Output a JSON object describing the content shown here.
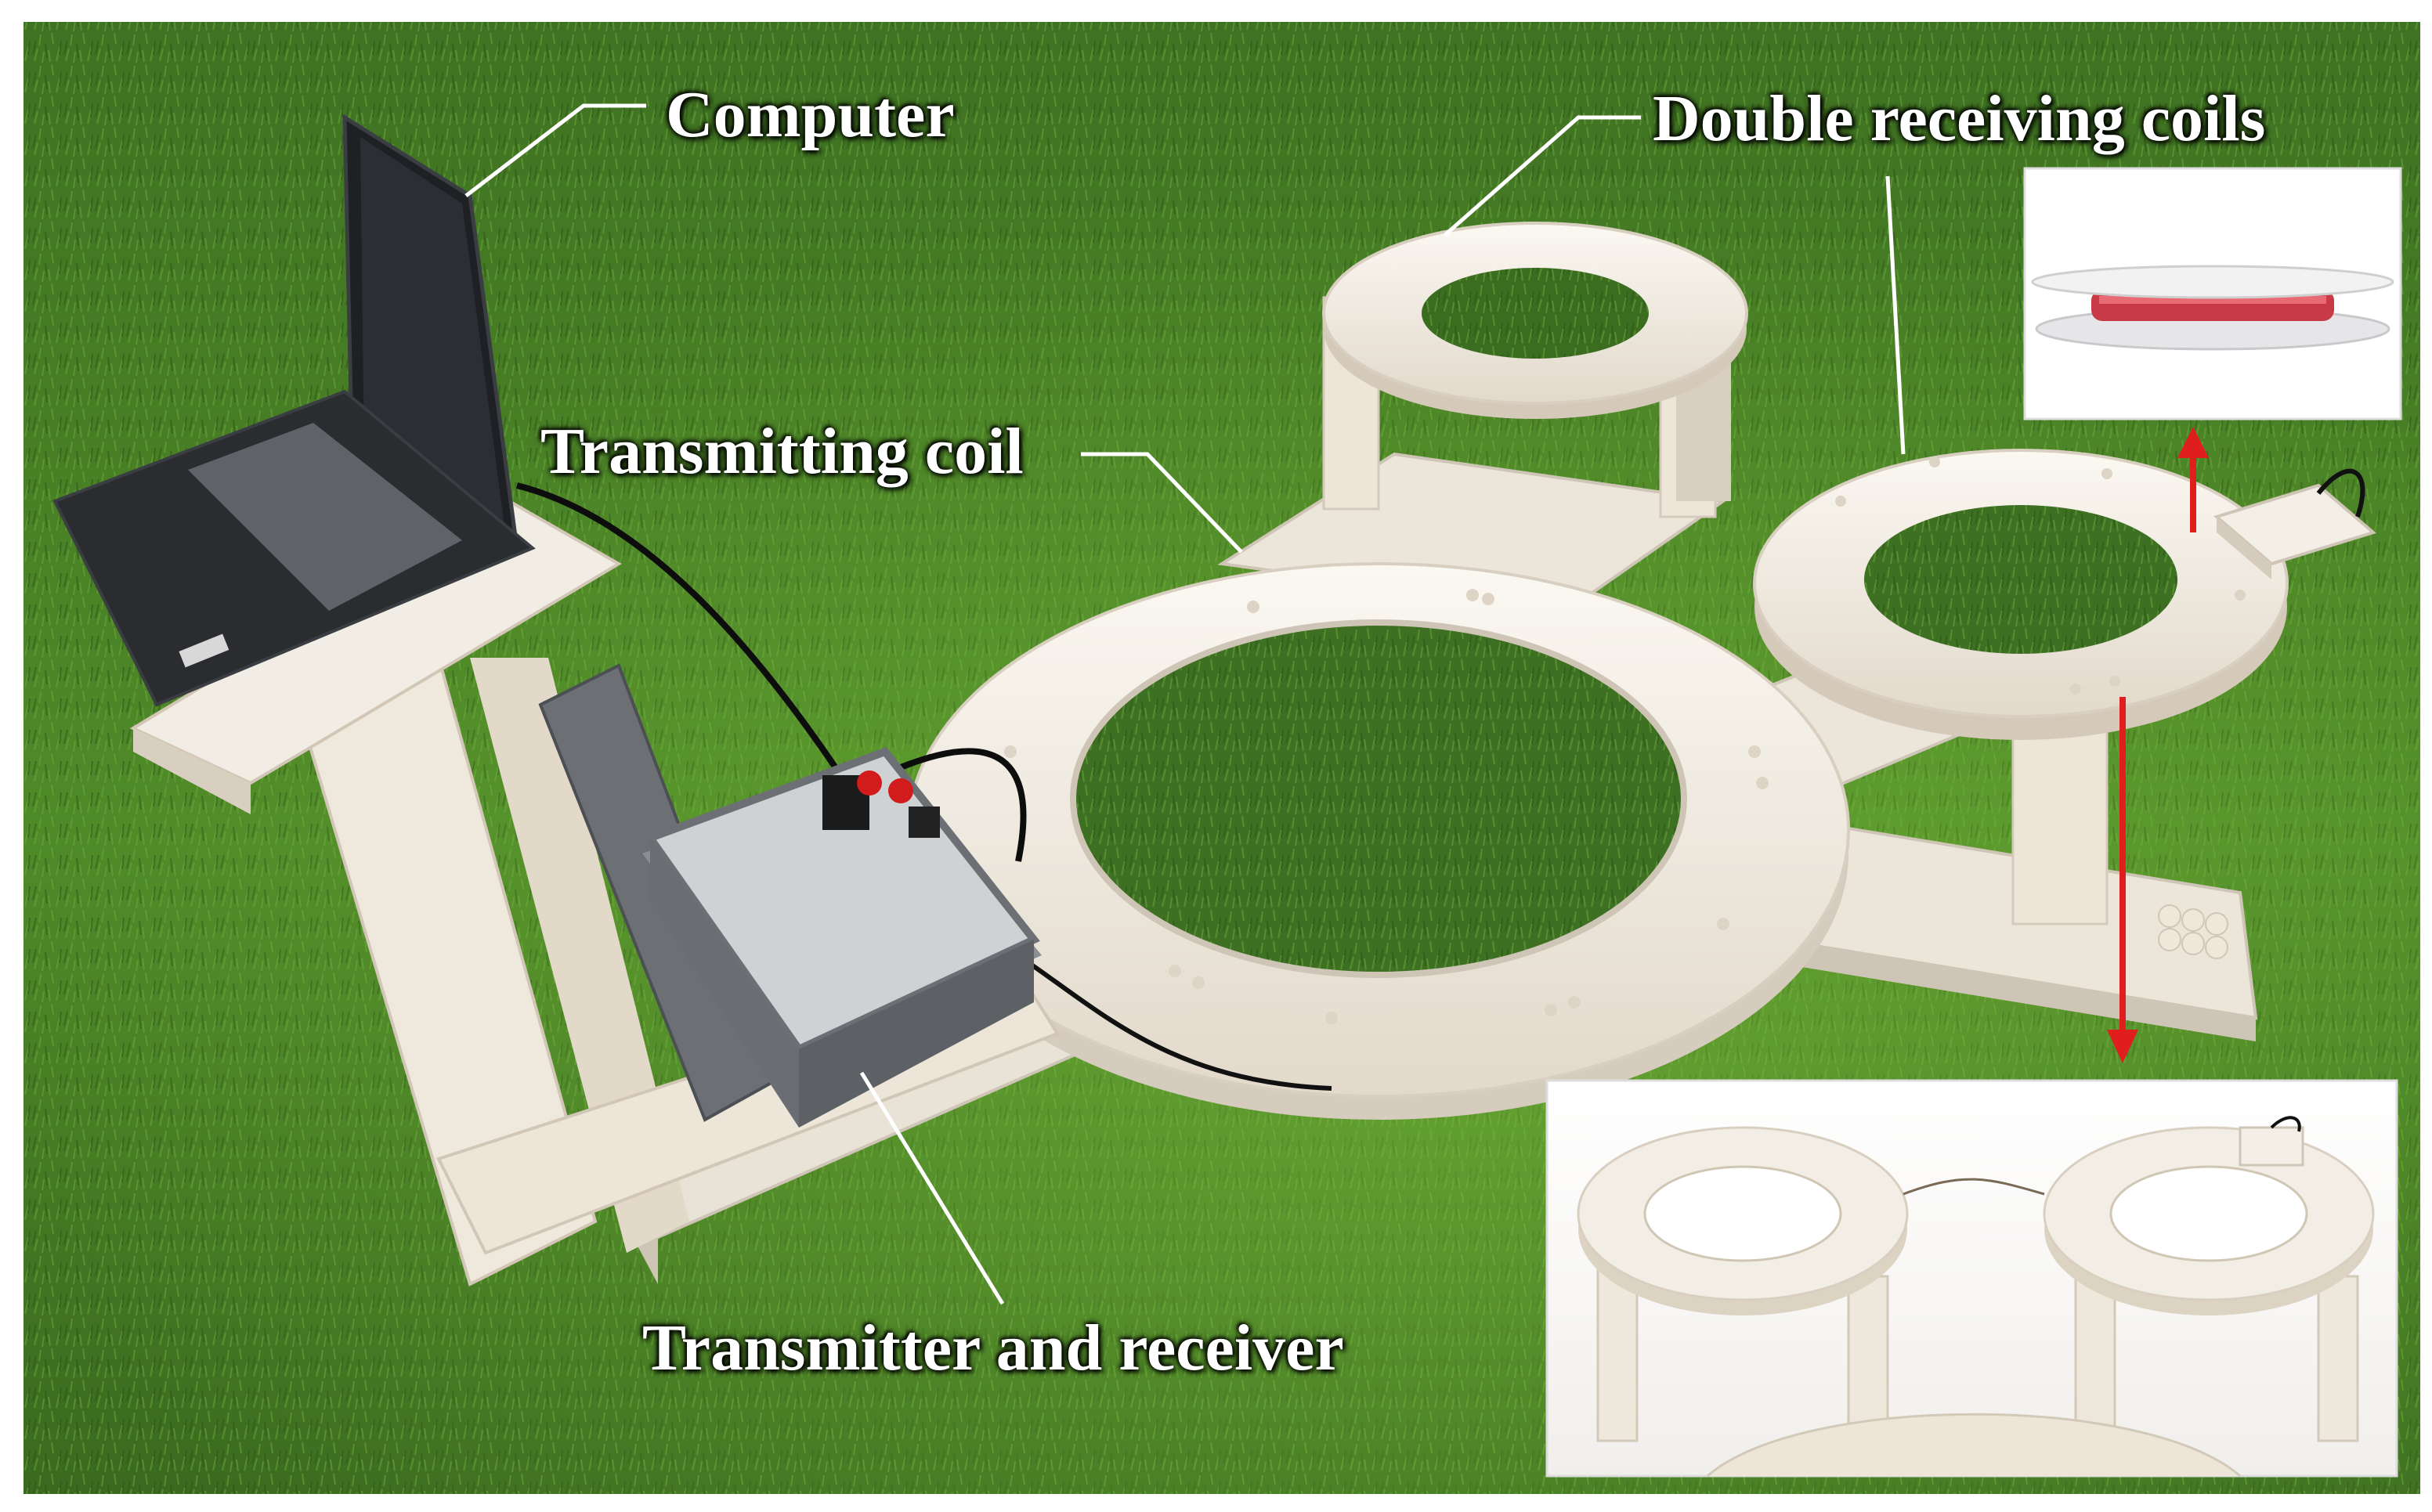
{
  "labels": {
    "computer": "Computer",
    "double_receiving_coils": "Double receiving coils",
    "transmitting_coil": "Transmitting coil",
    "transmitter_and_receiver": "Transmitter and receiver"
  },
  "colors": {
    "grass_dark": "#2f5a1c",
    "grass_light": "#5e9a2e",
    "frame_white": "#f4efe6",
    "coil_shadow": "#cfc5b6",
    "arrow_red": "#e01e1e",
    "case_gray": "#6c7074",
    "laptop_dark": "#1e2024"
  },
  "icons": [
    "laptop-icon",
    "transmitting-coil-icon",
    "receiving-coil-icon",
    "control-box-icon",
    "arrow-up-icon",
    "arrow-down-icon"
  ]
}
